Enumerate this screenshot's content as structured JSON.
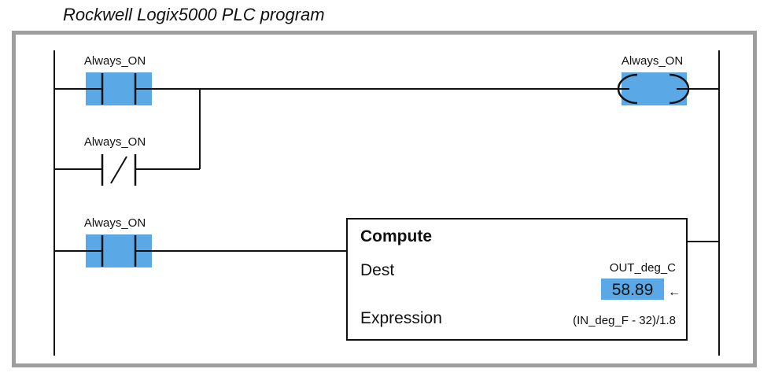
{
  "caption": "Rockwell Logix5000 PLC program",
  "rung1": {
    "contact_no_tag": "Always_ON",
    "contact_nc_tag": "Always_ON",
    "coil_tag": "Always_ON"
  },
  "rung2": {
    "contact_no_tag": "Always_ON",
    "instruction": {
      "title": "Compute",
      "dest_label": "Dest",
      "dest_tag": "OUT_deg_C",
      "dest_value": "58.89",
      "arrow": "←",
      "expression_label": "Expression",
      "expression": "(IN_deg_F - 32)/1.8"
    }
  },
  "colors": {
    "highlight": "#5aa9e6",
    "frame": "#9e9e9e",
    "wire": "#111111"
  }
}
